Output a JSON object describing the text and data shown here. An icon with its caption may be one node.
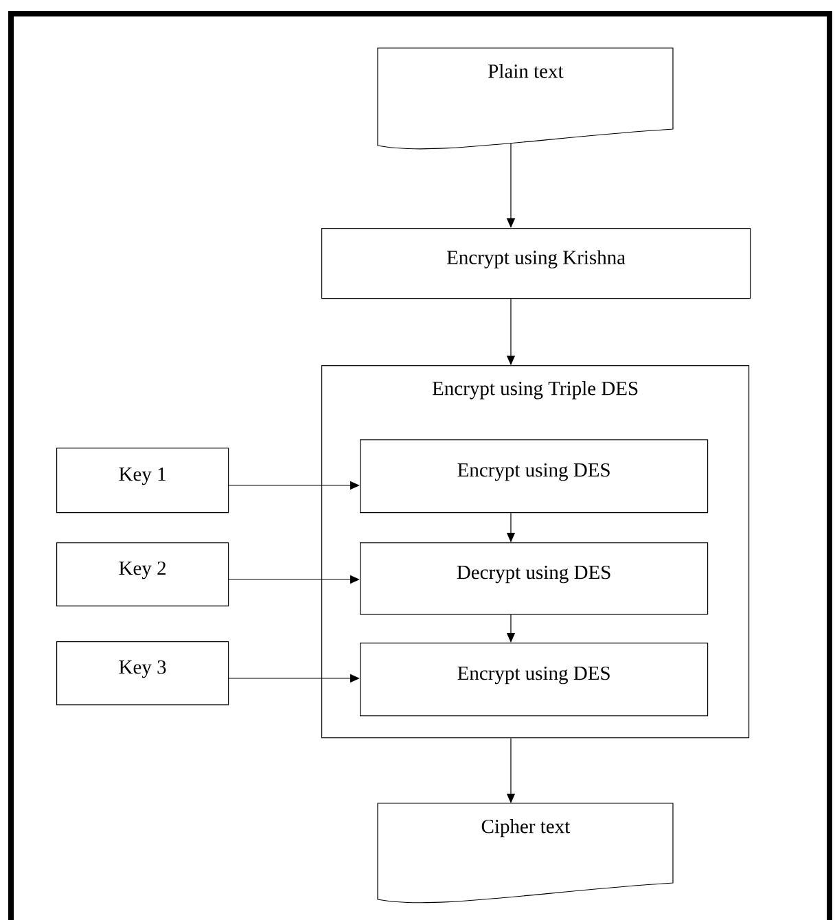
{
  "diagram": {
    "nodes": [
      {
        "text": [
          "Plain text"
        ]
      },
      {
        "text": [
          "Encrypt using Krishna"
        ]
      },
      {
        "text": [
          "Encrypt using Triple DES"
        ]
      },
      {
        "text": [
          "Encrypt using DES"
        ],
        "in": 2
      },
      {
        "text": [
          "Decrypt using DES"
        ],
        "in": 2
      },
      {
        "text": [
          "Encrypt using DES"
        ],
        "in": 2
      },
      {
        "text": [
          "Key 1"
        ]
      },
      {
        "text": [
          "Key 2"
        ]
      },
      {
        "text": [
          "Key 3"
        ]
      },
      {
        "text": [
          "Cipher text"
        ]
      }
    ],
    "edges": [
      {
        "from": 0,
        "to": 1,
        "arrow": "to"
      },
      {
        "from": 1,
        "to": 2,
        "arrow": "to"
      },
      {
        "from": 6,
        "to": 3,
        "arrow": "to"
      },
      {
        "from": 3,
        "to": 4,
        "arrow": "to"
      },
      {
        "from": 7,
        "to": 4,
        "arrow": "to"
      },
      {
        "from": 4,
        "to": 5,
        "arrow": "to"
      },
      {
        "from": 8,
        "to": 5,
        "arrow": "to"
      },
      {
        "from": 2,
        "to": 9,
        "arrow": "to"
      }
    ]
  }
}
